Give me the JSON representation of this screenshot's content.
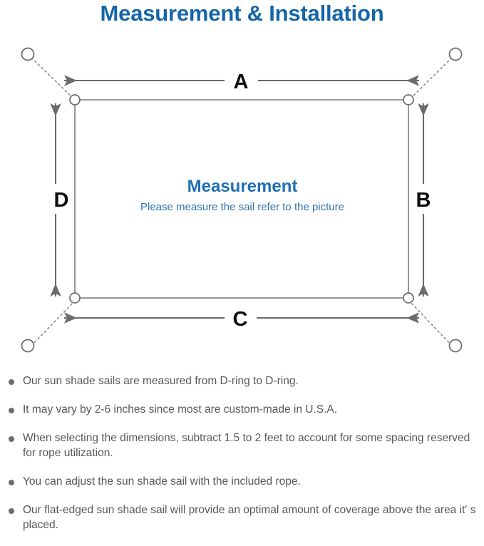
{
  "header": {
    "title": "Measurement & Installation",
    "title_color": "#1565a8"
  },
  "diagram": {
    "name": "sun-shade-sail-measurement-diagram",
    "center": {
      "heading": "Measurement",
      "subheading": "Please measure the sail refer to the picture",
      "heading_color": "#1f6fb2",
      "subheading_color": "#2e74ac"
    },
    "dimension_labels": {
      "top": "A",
      "right": "B",
      "bottom": "C",
      "left": "D"
    },
    "label_color": "#0d0d0d",
    "line_color": "#6b6b6d",
    "sail_edge_color": "#8a8a8c",
    "anchors": [
      {
        "id": "anchor-top-left",
        "position": "top-left"
      },
      {
        "id": "anchor-top-right",
        "position": "top-right"
      },
      {
        "id": "anchor-bottom-left",
        "position": "bottom-left"
      },
      {
        "id": "anchor-bottom-right",
        "position": "bottom-right"
      }
    ],
    "d_rings": [
      {
        "id": "d-ring-top-left",
        "position": "top-left"
      },
      {
        "id": "d-ring-top-right",
        "position": "top-right"
      },
      {
        "id": "d-ring-bottom-left",
        "position": "bottom-left"
      },
      {
        "id": "d-ring-bottom-right",
        "position": "bottom-right"
      }
    ]
  },
  "notes": {
    "bullet_color": "#6e6e70",
    "text_color": "#58585a",
    "items": [
      "Our sun shade sails are measured from D-ring to D-ring.",
      "It may vary by 2-6 inches since most are custom-made in U.S.A.",
      "When selecting the dimensions, subtract 1.5 to 2 feet to account for some spacing reserved for rope utilization.",
      "You can adjust the sun shade sail with the included rope.",
      "Our flat-edged sun shade sail will provide an optimal amount of coverage above the area it′ s placed."
    ]
  }
}
